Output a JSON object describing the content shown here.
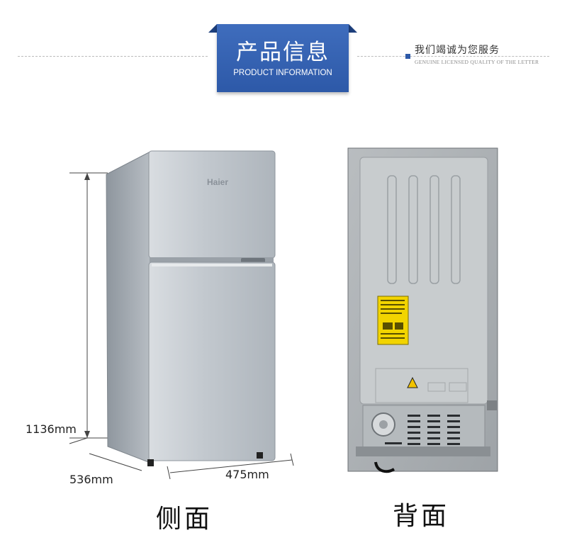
{
  "header": {
    "title": "产品信息",
    "subtitle": "PRODUCT INFORMATION",
    "tagline": "我们竭诚为您服务",
    "tagline_sub": "GENUINE LICENSED QUALITY OF THE LETTER"
  },
  "product": {
    "brand": "Haier",
    "height": "1136mm",
    "depth": "536mm",
    "width": "475mm"
  },
  "captions": {
    "side": "侧面",
    "back": "背面"
  },
  "colors": {
    "banner_blue": "#2d59a8",
    "banner_fold": "#1d3f7c",
    "fridge_silver": "#b8bfc6",
    "warning_yellow": "#f2d400"
  }
}
